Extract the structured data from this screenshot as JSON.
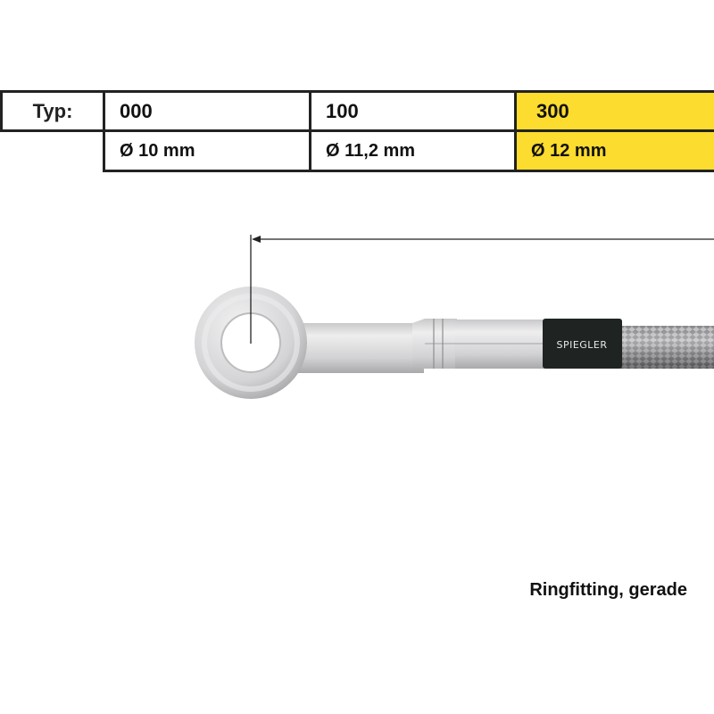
{
  "table": {
    "label": "Typ:",
    "types": [
      {
        "code": "000",
        "diameter": "Ø 10 mm",
        "highlighted": false
      },
      {
        "code": "100",
        "diameter": "Ø 11,2 mm",
        "highlighted": false
      },
      {
        "code": "300",
        "diameter": "Ø 12 mm",
        "highlighted": true
      }
    ],
    "highlight_color": "#fcdc2e"
  },
  "product": {
    "brand": "SPIEGLER",
    "caption": "Ringfitting, gerade"
  }
}
